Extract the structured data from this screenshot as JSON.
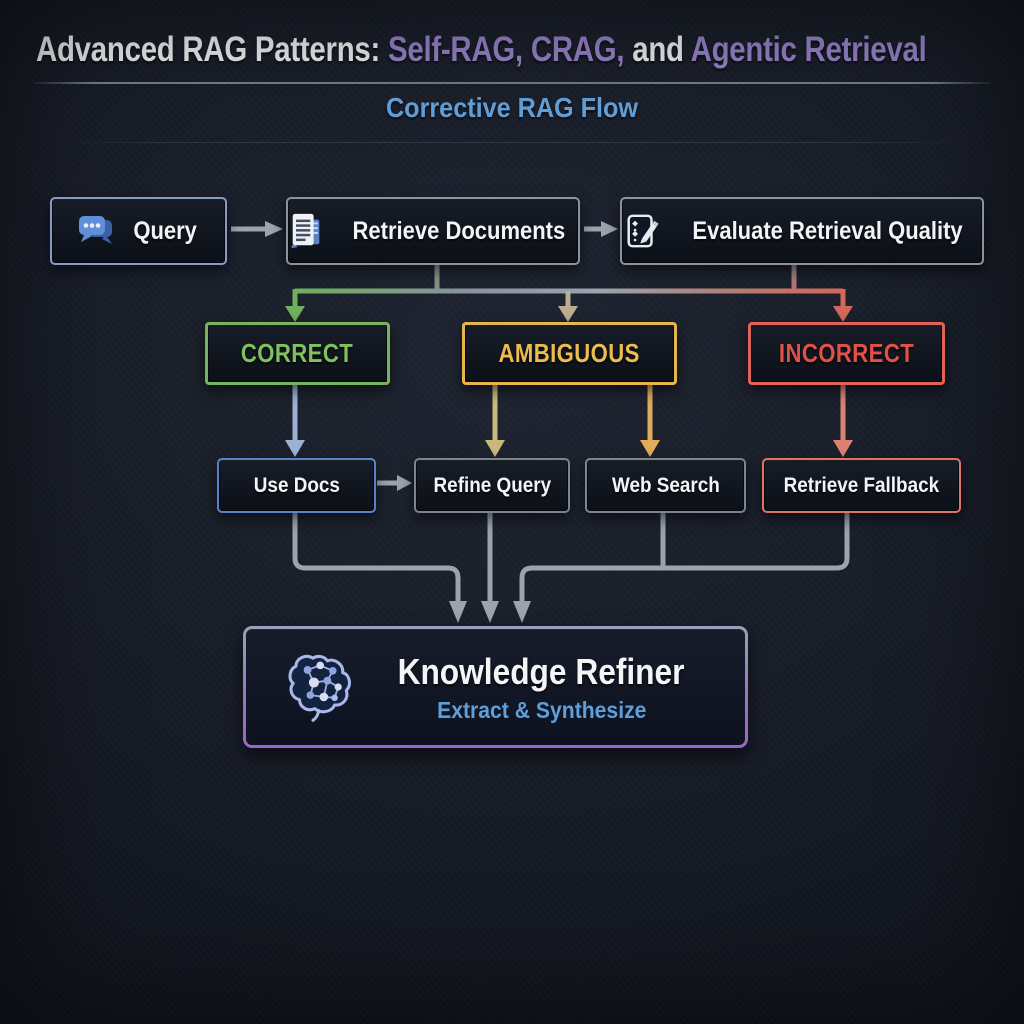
{
  "header": {
    "title_part1": "Advanced RAG Patterns: ",
    "title_part2": "Self-RAG, CRAG,",
    "title_part3": " and ",
    "title_part4": "Agentic Retrieval",
    "subtitle": "Corrective RAG Flow"
  },
  "flow": {
    "nodes": {
      "query": {
        "label": "Query",
        "icon": "chat-icon",
        "border_color": "#8799c9"
      },
      "retrieve_documents": {
        "label": "Retrieve Documents",
        "icon": "documents-icon",
        "border_color": "#8d939d"
      },
      "evaluate": {
        "label": "Evaluate Retrieval Quality",
        "icon": "checklist-pencil-icon",
        "border_color": "#8d939d"
      },
      "correct": {
        "label": "CORRECT",
        "text_color": "#7fc15e",
        "border_color": "#76b35a"
      },
      "ambiguous": {
        "label": "AMBIGUOUS",
        "text_color": "#ecbc4e",
        "border_color": "#e5b64e"
      },
      "incorrect": {
        "label": "INCORRECT",
        "text_color": "#e25048",
        "border_color": "#e06258"
      },
      "use_docs": {
        "label": "Use Docs",
        "border_color": "#5b82c8"
      },
      "refine_query": {
        "label": "Refine Query",
        "border_color": "#7e848e"
      },
      "web_search": {
        "label": "Web Search",
        "border_color": "#7e848e"
      },
      "retrieve_fallback": {
        "label": "Retrieve Fallback",
        "border_color": "#dd7468"
      },
      "knowledge_refiner": {
        "title": "Knowledge Refiner",
        "subtitle": "Extract & Synthesize",
        "icon": "brain-icon"
      }
    },
    "edges": [
      {
        "from": "query",
        "to": "retrieve_documents",
        "color": "#9aa4ae"
      },
      {
        "from": "retrieve_documents",
        "to": "evaluate",
        "color": "#9aa4ae"
      },
      {
        "from": "evaluate",
        "to": "correct",
        "color": "#6fb05c"
      },
      {
        "from": "evaluate",
        "to": "ambiguous",
        "color": "#bcab8e"
      },
      {
        "from": "evaluate",
        "to": "incorrect",
        "color": "#d2675a"
      },
      {
        "from": "correct",
        "to": "use_docs",
        "color": "#9db1d2"
      },
      {
        "from": "ambiguous",
        "to": "refine_query",
        "color": "#c9b87c"
      },
      {
        "from": "ambiguous",
        "to": "web_search",
        "color": "#e0ad5c"
      },
      {
        "from": "incorrect",
        "to": "retrieve_fallback",
        "color": "#dd8173"
      },
      {
        "from": "use_docs",
        "to": "refine_query",
        "color": "#9aa4ae"
      },
      {
        "from": "use_docs",
        "to": "knowledge_refiner",
        "color": "#9aa4ae"
      },
      {
        "from": "refine_query",
        "to": "knowledge_refiner",
        "color": "#9aa4ae"
      },
      {
        "from": "web_search",
        "to": "knowledge_refiner",
        "color": "#9aa4ae"
      },
      {
        "from": "retrieve_fallback",
        "to": "knowledge_refiner",
        "color": "#9aa4ae"
      }
    ],
    "colors": {
      "title_accent_purple": "#9480c6",
      "subtitle_blue": "#64a1da",
      "status_correct_green": "#7fc15e",
      "status_ambiguous_gold": "#ecbc4e",
      "status_incorrect_red": "#e25048",
      "refiner_border_purple": "#9468cb"
    }
  }
}
